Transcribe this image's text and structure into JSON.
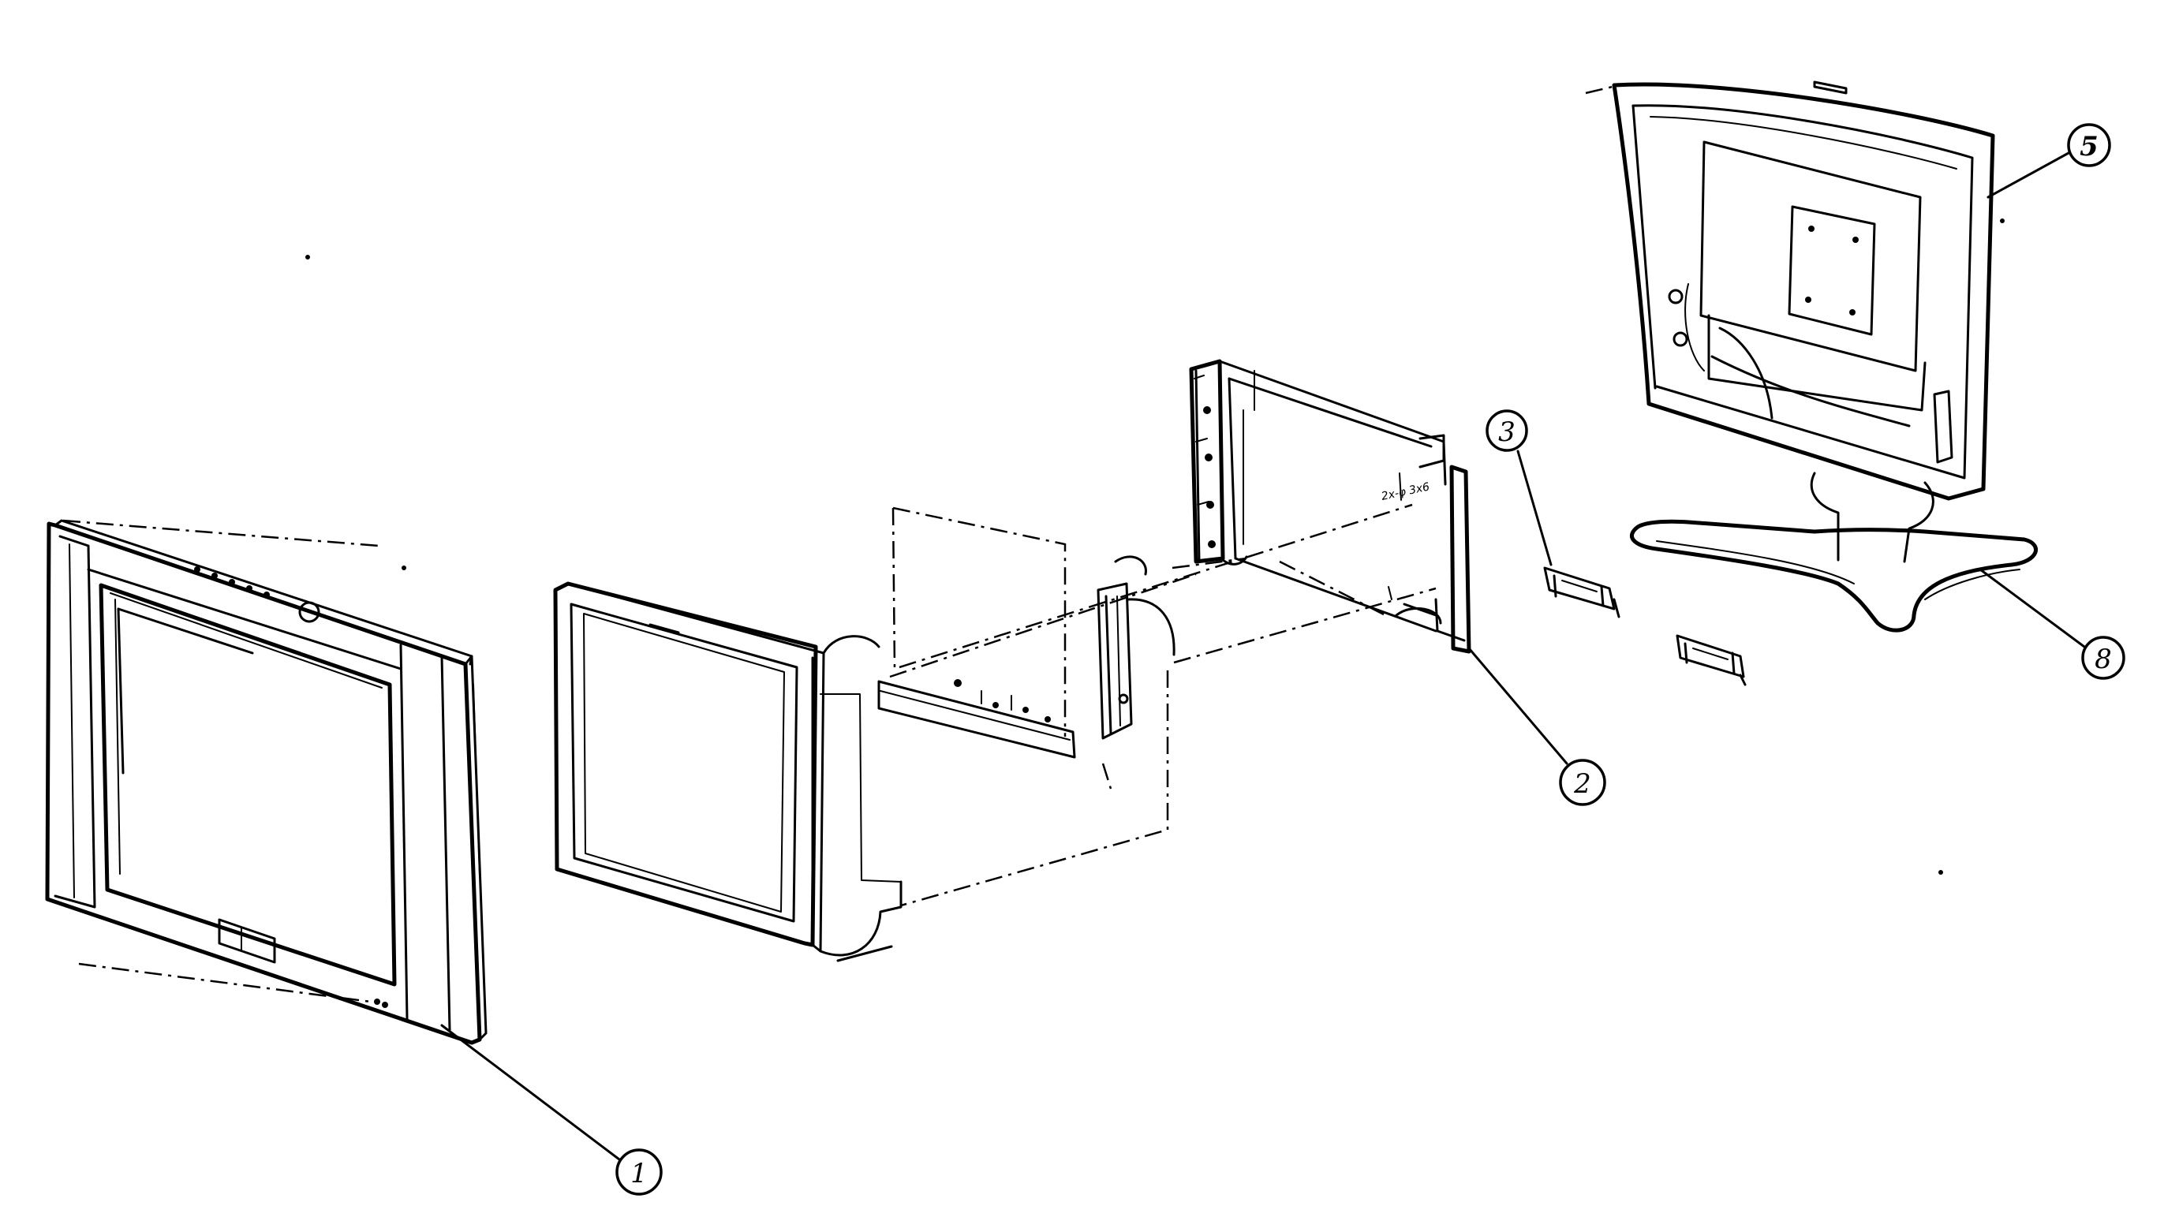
{
  "callouts": {
    "part_1": "1",
    "part_2": "2",
    "part_3": "3",
    "part_5": "5",
    "part_8": "8"
  },
  "annotations": {
    "screw_note": "2x-φ 3x6"
  }
}
